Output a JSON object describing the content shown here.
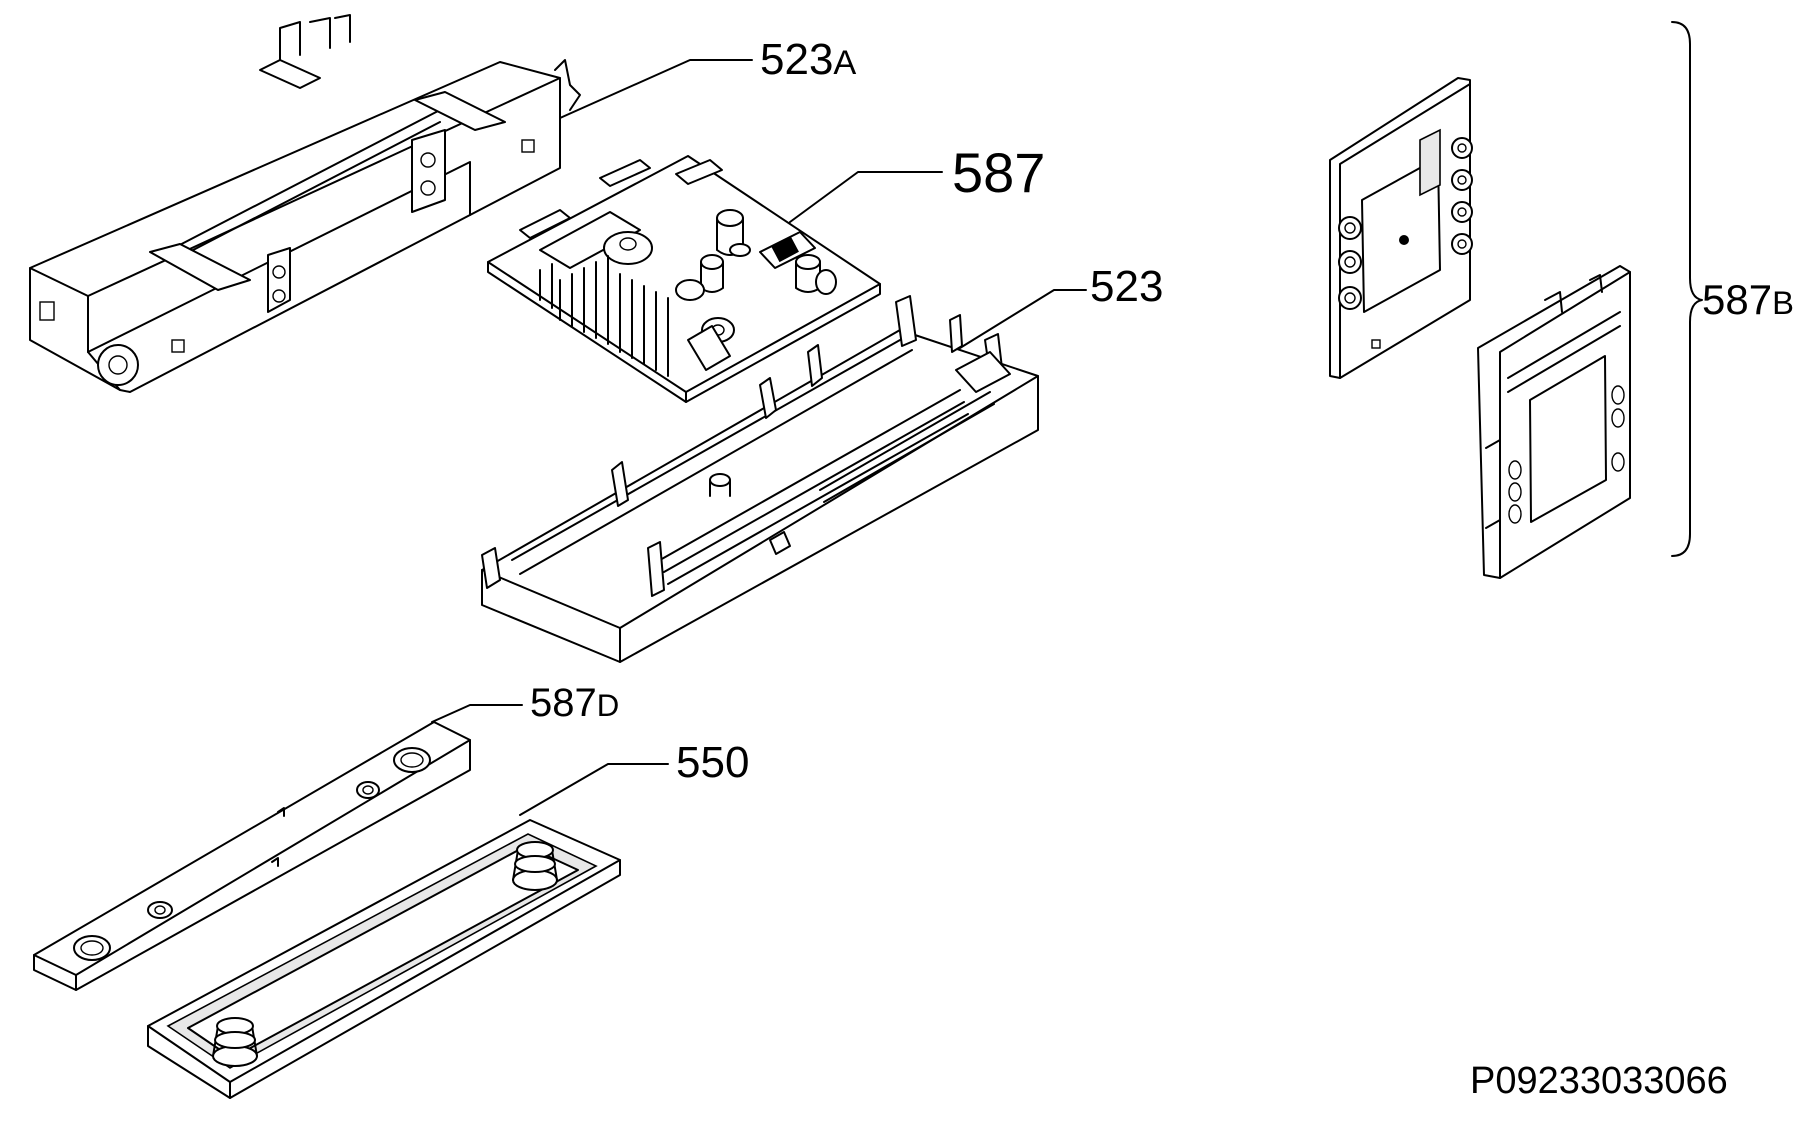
{
  "labels": {
    "part_523a": {
      "num": "523",
      "suffix": "A"
    },
    "part_587": "587",
    "part_523": "523",
    "part_587b": {
      "num": "587",
      "suffix": "B"
    },
    "part_587d": {
      "num": "587",
      "suffix": "D"
    },
    "part_550": "550"
  },
  "drawing_code": "P09233033066",
  "colors": {
    "line": "#000000",
    "background": "#ffffff",
    "shade": "#e8e8e8"
  }
}
